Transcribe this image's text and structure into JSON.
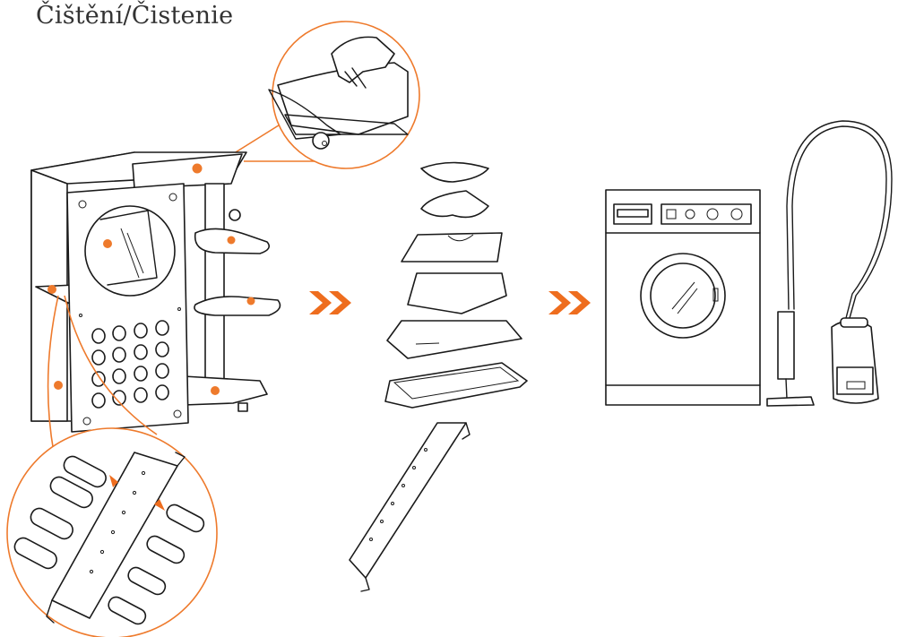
{
  "title": "Čištění/Čistenie",
  "colors": {
    "accent": "#ee7a2c",
    "line": "#1a1a1a",
    "background": "#ffffff"
  },
  "arrows": [
    "double-chevron-right",
    "double-chevron-right"
  ]
}
